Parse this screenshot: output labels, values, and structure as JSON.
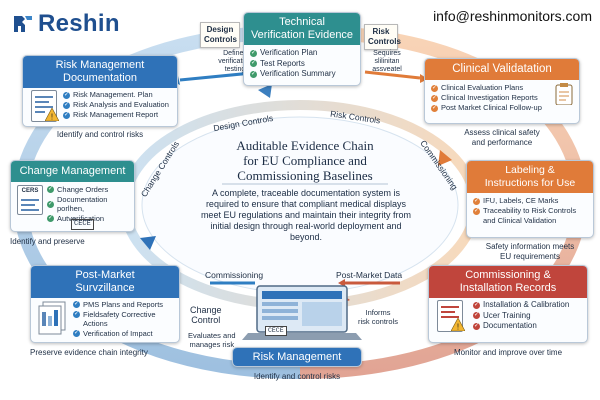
{
  "header": {
    "logo_text": "Reshin",
    "email": "info@reshinmonitors.com"
  },
  "center": {
    "title_line1": "Auditable Evidence Chain",
    "title_line2": "for EU Compliance and",
    "title_line3": "Commissioning Baselines",
    "body": "A complete, traceable documentation system is required to ensure that compliant medical displays meet EU regulations and maintain their integrity from initial design through real-world deployment and beyond."
  },
  "cards": {
    "technical": {
      "title_line1": "Technical",
      "title_line2": "Verification Evidence",
      "items": [
        "Verification Plan",
        "Test Reports",
        "Verification Summary"
      ]
    },
    "risk_doc": {
      "title_line1": "Risk Management",
      "title_line2": "Documentation",
      "items": [
        "Risk Management. Plan",
        "Risk Analysis and Evaluation",
        "Risk Management Report"
      ],
      "caption": "Identify and control risks"
    },
    "clinical": {
      "title": "Clinical Validatation",
      "items": [
        "Clinical Evaluation Plans",
        "Clinical Investigation Reports",
        "Post Market Clinical Follow-up"
      ],
      "caption_line1": "Assess clinical safety",
      "caption_line2": "and performance"
    },
    "change": {
      "title": "Change Management",
      "items": [
        "Change Orders",
        "Documentation porlhen,",
        "Autverification"
      ],
      "stamp": "CERS",
      "badge": "CECE",
      "caption": "Identify and preserve"
    },
    "labeling": {
      "title_line1": "Labeling &",
      "title_line2": "Instructions for Use",
      "items": [
        "IFU, Labels, CE Marks",
        "Traceability to Risk Controls",
        "and Clinical Validation"
      ],
      "caption_line1": "Safety information meets",
      "caption_line2": "EU requirements"
    },
    "postmarket": {
      "title_line1": "Post-Market",
      "title_line2": "Survzillance",
      "items": [
        "PMS Plans and Reports",
        "Fieldsafety Corrective",
        "Actions",
        "Verification of Impact"
      ],
      "caption": "Preserve evidence chain integrity"
    },
    "commissioning": {
      "title_line1": "Commissioning &",
      "title_line2": "Installation Records",
      "items": [
        "Installation & Calibration",
        "Ucer Training",
        "Documentation"
      ],
      "caption": "Monitor and improve over time"
    },
    "riskmgmt": {
      "title": "Risk Management",
      "caption": "Identify and control risks"
    }
  },
  "small_cards": {
    "design": {
      "line1": "Design",
      "line2": "Controls"
    },
    "risk": {
      "line1": "Risk",
      "line2": "Controls"
    }
  },
  "flows": {
    "defines_l1": "Defines",
    "defines_l2": "verification",
    "defines_l3": "testing",
    "requires_l1": "Sequires",
    "requires_l2": "slilinitan",
    "requires_l3": "assveatel",
    "design_controls": "Design Controls",
    "risk_controls": "Risk Controls",
    "change_controls": "Change Controls",
    "commissioning_arc": "Commissioning",
    "commissioning_low": "Commissioning",
    "postmarket_data": "Post-Market Data",
    "change_control_l1": "Change",
    "change_control_l2": "Control",
    "evaluates_l1": "Evaluates and",
    "evaluates_l2": "manages risk",
    "informs_l1": "Informs",
    "informs_l2": "risk controls",
    "laptop_badge": "CECE"
  },
  "colors": {
    "blue": "#2f72b8",
    "teal": "#2e8f8f",
    "orange": "#e07b39",
    "green": "#3f9a6b",
    "red": "#c0453c",
    "brand": "#1f4f8f"
  }
}
